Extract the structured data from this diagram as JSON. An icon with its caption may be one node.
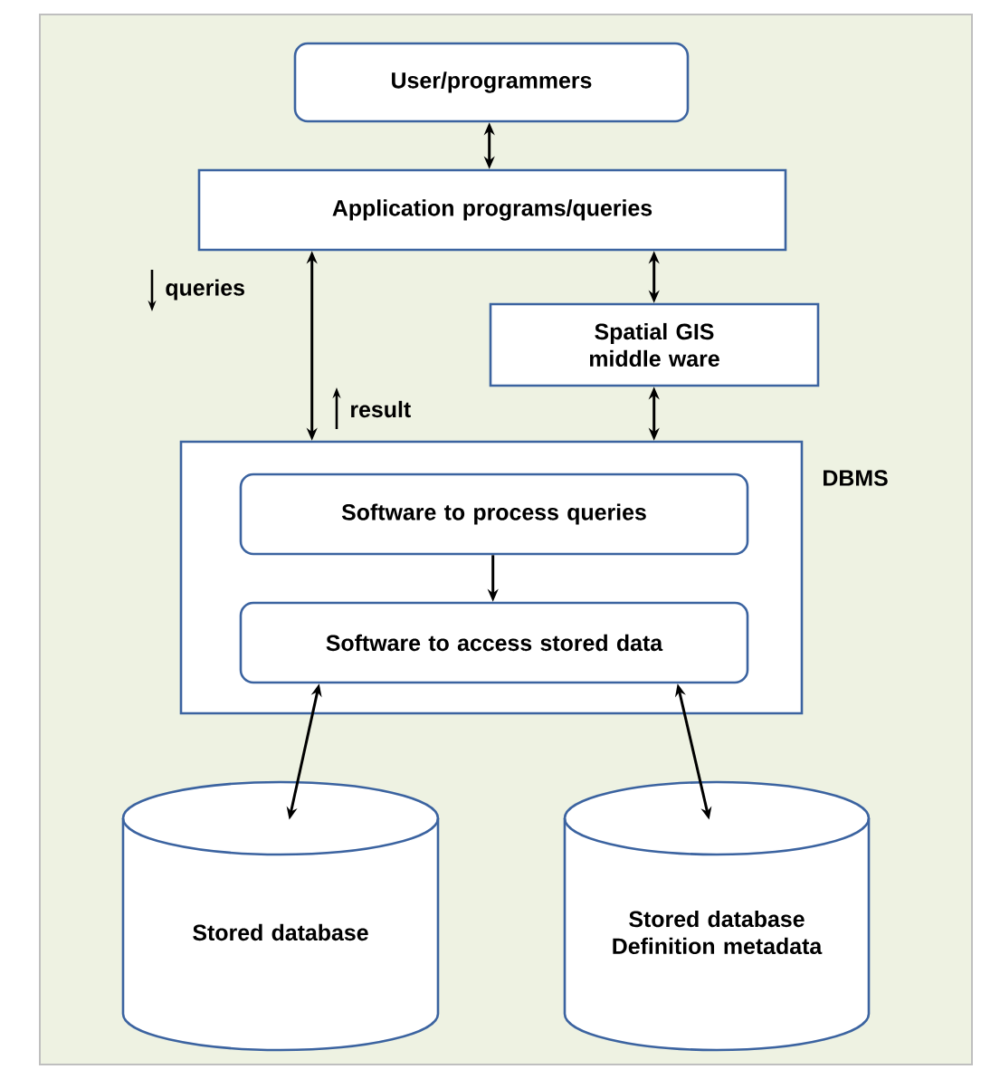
{
  "diagram": {
    "nodes": [
      {
        "text": [
          "User/programmers"
        ]
      },
      {
        "text": [
          "Application programs/queries"
        ]
      },
      {
        "text": [
          "Spatial GIS middle ware"
        ]
      },
      {
        "text": [
          "DBMS"
        ]
      },
      {
        "text": [
          "Software to process queries"
        ],
        "in": 3
      },
      {
        "text": [
          "Software to access stored data"
        ],
        "in": 3
      },
      {
        "text": [
          "Stored database"
        ]
      },
      {
        "text": [
          "Stored database Definition metadata"
        ]
      }
    ],
    "edges": [
      {
        "from": 0,
        "to": 1,
        "arrow": "both"
      },
      {
        "from": 1,
        "to": 3,
        "arrow": "both"
      },
      {
        "from": 1,
        "to": 2,
        "arrow": "both"
      },
      {
        "from": 2,
        "to": 3,
        "arrow": "both"
      },
      {
        "from": 4,
        "to": 5,
        "arrow": "to"
      },
      {
        "from": 6,
        "to": 5,
        "arrow": "both"
      },
      {
        "from": 7,
        "to": 5,
        "arrow": "both"
      }
    ],
    "labels": [
      "queries",
      "result"
    ]
  }
}
